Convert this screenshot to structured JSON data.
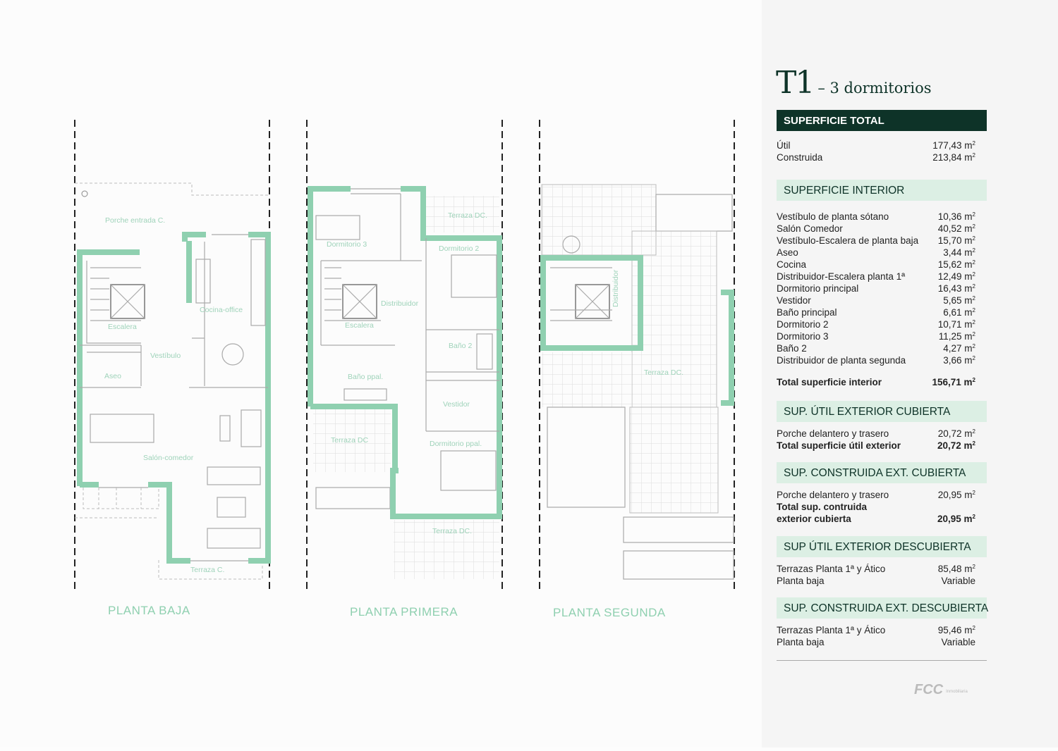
{
  "title": {
    "type": "T1",
    "subtitle": "– 3 dormitorios"
  },
  "floors": [
    {
      "name": "PLANTA BAJA",
      "rooms": [
        "Porche entrada C.",
        "Escalera",
        "Cocina-office",
        "Vestíbulo",
        "Aseo",
        "Salón-comedor",
        "Terraza C."
      ]
    },
    {
      "name": "PLANTA PRIMERA",
      "rooms": [
        "Terraza DC.",
        "Dormitorio 3",
        "Dormitorio 2",
        "Distribuidor",
        "Escalera",
        "Baño 2",
        "Baño ppal.",
        "Vestidor",
        "Terraza DC",
        "Dormitorio ppal.",
        "Terraza DC."
      ]
    },
    {
      "name": "PLANTA SEGUNDA",
      "rooms": [
        "Distribuidor",
        "Terraza DC."
      ]
    }
  ],
  "sections": {
    "total": {
      "header": "SUPERFICIE TOTAL",
      "rows": [
        {
          "label": "Útil",
          "value": "177,43 m"
        },
        {
          "label": "Construida",
          "value": "213,84 m"
        }
      ]
    },
    "interior": {
      "header": "SUPERFICIE INTERIOR",
      "rows": [
        {
          "label": "Vestíbulo de planta sótano",
          "value": "10,36 m"
        },
        {
          "label": "Salón Comedor",
          "value": "40,52 m"
        },
        {
          "label": "Vestíbulo-Escalera de planta baja",
          "value": "15,70 m"
        },
        {
          "label": "Aseo",
          "value": "3,44 m"
        },
        {
          "label": "Cocina",
          "value": "15,62 m"
        },
        {
          "label": "Distribuidor-Escalera planta 1ª",
          "value": "12,49 m"
        },
        {
          "label": "Dormitorio principal",
          "value": "16,43 m"
        },
        {
          "label": "Vestidor",
          "value": "5,65 m"
        },
        {
          "label": "Baño principal",
          "value": "6,61 m"
        },
        {
          "label": "Dormitorio 2",
          "value": "10,71 m"
        },
        {
          "label": "Dormitorio 3",
          "value": "11,25 m"
        },
        {
          "label": "Baño 2",
          "value": "4,27 m"
        },
        {
          "label": "Distribuidor de planta segunda",
          "value": "3,66 m"
        }
      ],
      "total_label": "Total superficie interior",
      "total_value": "156,71 m"
    },
    "util_ext_cub": {
      "header": "SUP. ÚTIL EXTERIOR CUBIERTA",
      "rows": [
        {
          "label": "Porche delantero y trasero",
          "value": "20,72 m"
        },
        {
          "label": "Total superficie útil exterior",
          "value": "20,72 m"
        }
      ]
    },
    "cons_ext_cub": {
      "header": "SUP. CONSTRUIDA EXT. CUBIERTA",
      "rows": [
        {
          "label": "Porche delantero y trasero",
          "value": "20,95 m"
        },
        {
          "label": "Total sup. contruida",
          "value": ""
        },
        {
          "label": "exterior cubierta",
          "value": "20,95 m"
        }
      ]
    },
    "util_ext_desc": {
      "header": "SUP ÚTIL EXTERIOR DESCUBIERTA",
      "rows": [
        {
          "label": "Terrazas Planta 1ª y Ático",
          "value": "85,48 m"
        },
        {
          "label": "Planta baja",
          "value": "Variable"
        }
      ]
    },
    "cons_ext_desc": {
      "header": "SUP. CONSTRUIDA EXT. DESCUBIERTA",
      "rows": [
        {
          "label": "Terrazas Planta 1ª y Ático",
          "value": "95,46 m"
        },
        {
          "label": "Planta baja",
          "value": "Variable"
        }
      ]
    }
  },
  "unit_sup": "2",
  "logo": {
    "text": "FCC",
    "sub": "Inmobiliaria"
  },
  "colors": {
    "dark": "#0e3328",
    "light": "#dcefe4",
    "wall": "#8fd0b0"
  }
}
